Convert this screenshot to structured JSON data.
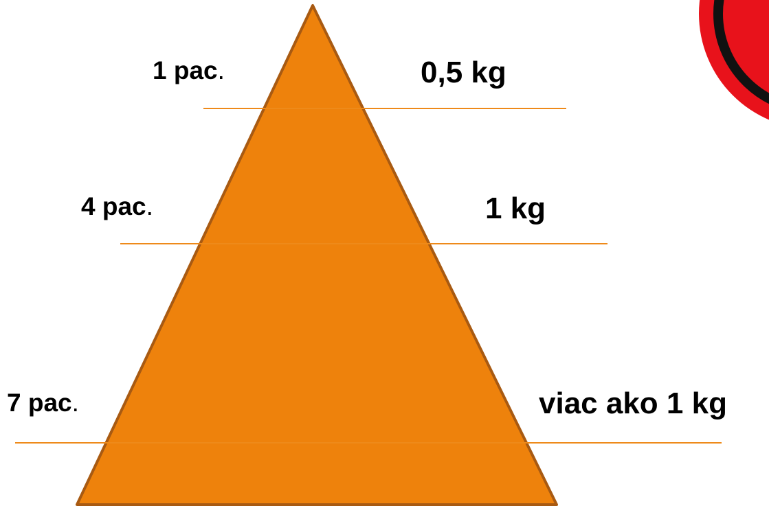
{
  "colors": {
    "triangle_fill": "#ee820c",
    "triangle_stroke": "#a85a12",
    "line": "#ee8a1a",
    "logo_red": "#e8121b",
    "logo_black": "#111111"
  },
  "levels": [
    {
      "patients": "1 pac",
      "weight": "0,5 kg"
    },
    {
      "patients": "4 pac",
      "weight": "1 kg"
    },
    {
      "patients": "7 pac",
      "weight": "viac ako 1 kg"
    }
  ],
  "punct": "."
}
